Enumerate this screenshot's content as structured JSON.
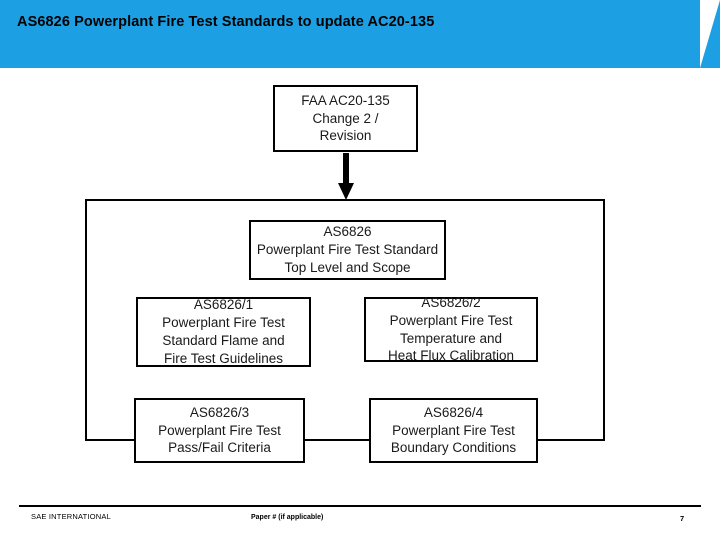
{
  "header": {
    "title": "AS6826 Powerplant Fire Test Standards to update AC20-135",
    "banner_color": "#1CA0E3"
  },
  "diagram": {
    "type": "flow",
    "nodes": [
      {
        "id": "faa",
        "lines": [
          "FAA AC20-135",
          "Change 2 /",
          "Revision"
        ]
      },
      {
        "id": "as6826",
        "lines": [
          "AS6826",
          "Powerplant Fire Test Standard",
          "Top Level and Scope"
        ]
      },
      {
        "id": "as6826-1",
        "lines": [
          "AS6826/1",
          "Powerplant Fire Test",
          "Standard Flame and",
          "Fire Test Guidelines"
        ]
      },
      {
        "id": "as6826-2",
        "lines": [
          "AS6826/2",
          "Powerplant Fire Test",
          "Temperature and",
          "Heat Flux Calibration"
        ]
      },
      {
        "id": "as6826-3",
        "lines": [
          "AS6826/3",
          "Powerplant Fire Test",
          "Pass/Fail Criteria"
        ]
      },
      {
        "id": "as6826-4",
        "lines": [
          "AS6826/4",
          "Powerplant Fire Test",
          "Boundary Conditions"
        ]
      }
    ],
    "connector": "down-arrow"
  },
  "footer": {
    "organization": "SAE INTERNATIONAL",
    "paper": "Paper # (if applicable)",
    "page_number": "7"
  }
}
